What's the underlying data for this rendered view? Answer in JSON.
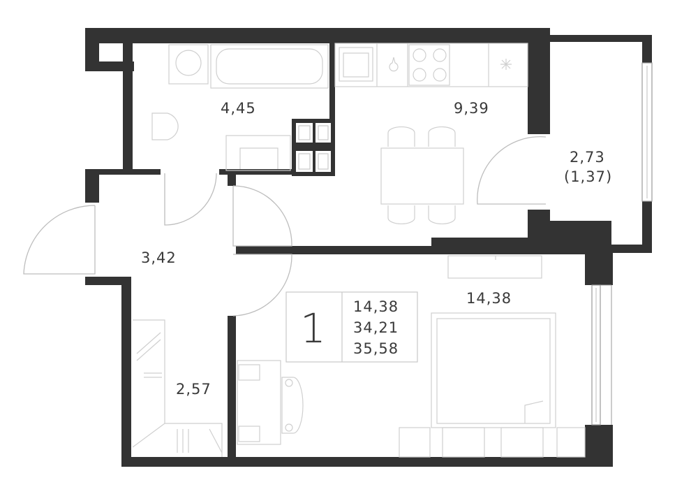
{
  "plan": {
    "rooms_count": "1",
    "summary": [
      "14,38",
      "34,21",
      "35,58"
    ],
    "room_areas": {
      "bathroom": "4,45",
      "kitchen": "9,39",
      "balcony": "2,73",
      "balcony_reduced": "(1,37)",
      "hallway": "3,42",
      "closet": "2,57",
      "bedroom": "14,38"
    },
    "colors": {
      "wall": "#333333",
      "text": "#3a3a3a",
      "fixture": "#cfcfcf"
    }
  }
}
